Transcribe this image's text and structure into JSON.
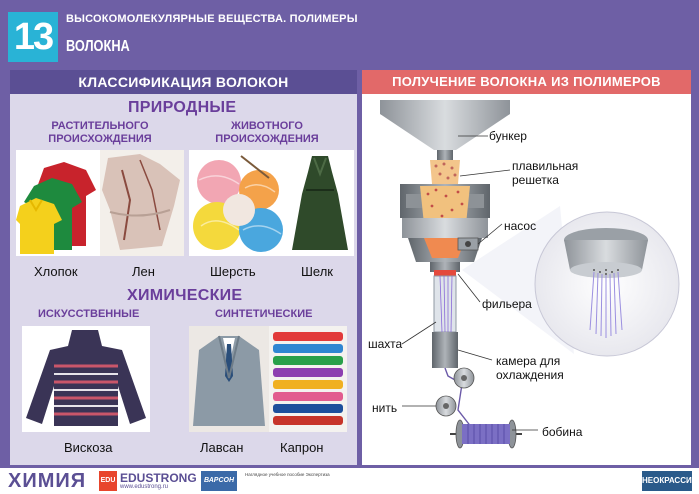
{
  "header": {
    "number": "13",
    "title": "ВЫСОКОМОЛЕКУЛЯРНЫЕ ВЕЩЕСТВА. ПОЛИМЕРЫ",
    "subtitle": "ВОЛОКНА"
  },
  "left": {
    "heading": "КЛАССИФИКАЦИЯ ВОЛОКОН",
    "natural": {
      "title": "ПРИРОДНЫЕ",
      "plant": "РАСТИТЕЛЬНОГО\nПРОИСХОЖДЕНИЯ",
      "animal": "ЖИВОТНОГО\nПРОИСХОЖДЕНИЯ",
      "items": [
        "Хлопок",
        "Лен",
        "Шерсть",
        "Шелк"
      ]
    },
    "chemical": {
      "title": "ХИМИЧЕСКИЕ",
      "artificial": "ИСКУССТВЕННЫЕ",
      "synthetic": "СИНТЕТИЧЕСКИЕ",
      "items": [
        "Вискоза",
        "Лавсан",
        "Капрон"
      ]
    }
  },
  "right": {
    "heading": "ПОЛУЧЕНИЕ ВОЛОКНА ИЗ ПОЛИМЕРОВ",
    "labels": {
      "hopper": "бункер",
      "grate": "плавильная\nрешетка",
      "pump": "насос",
      "spinneret": "фильера",
      "shaft": "шахта",
      "chamber": "камера для\nохлаждения",
      "thread": "нить",
      "bobbin": "бобина"
    }
  },
  "footer": {
    "brand": "ХИМИЯ",
    "publisher": "EDUSTRONG",
    "url": "www.edustrong.ru",
    "logo_es": "EDU",
    "logo_v": "ВАРСОН",
    "note": "Наглядное учебное пособие Экспертиза",
    "logo_r": "НЕОКРАССИКА"
  },
  "colors": {
    "background": "#6e5fa5",
    "number_box": "#29b3d6",
    "left_head": "#5b4f94",
    "right_head": "#e26969",
    "category": "#6a3e9b"
  }
}
